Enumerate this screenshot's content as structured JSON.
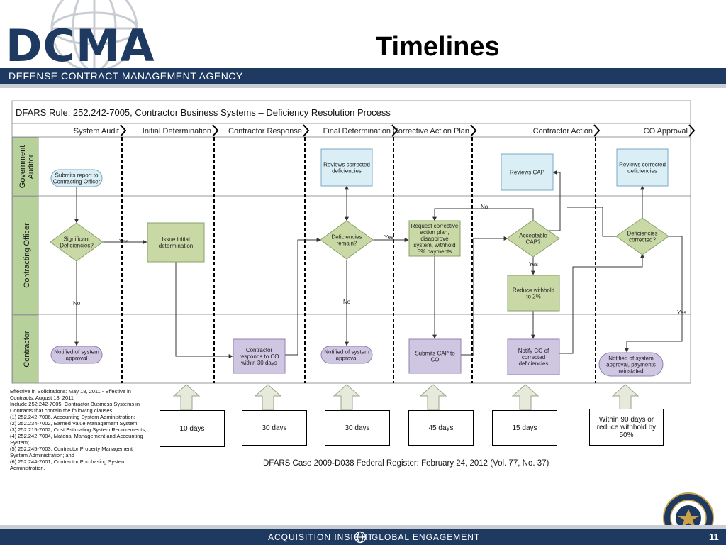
{
  "header": {
    "logo_text": "DCMA",
    "slide_title": "Timelines",
    "agency_name": "DEFENSE CONTRACT MANAGEMENT AGENCY"
  },
  "diagram": {
    "rule_title": "DFARS Rule: 252.242-7005, Contractor Business Systems – Deficiency Resolution Process",
    "phases": [
      "System Audit",
      "Initial Determination",
      "Contractor Response",
      "Final Determination",
      "Corrective Action Plan",
      "Contractor Action",
      "CO Approval"
    ],
    "lanes": {
      "gov_line1": "Government",
      "gov_line2": "Auditor",
      "co": "Contracting Officer",
      "contractor": "Contractor"
    },
    "nodes": {
      "submits_report": [
        "Submits report to",
        "Contracting Officer"
      ],
      "significant_def": [
        "Significant",
        "Deficiencies?"
      ],
      "notified_audit": [
        "Notified of system",
        "approval"
      ],
      "issue_initial": [
        "Issue initial",
        "determination"
      ],
      "contractor_responds": [
        "Contractor",
        "responds to CO",
        "within 30 days"
      ],
      "reviews_corrected_1": [
        "Reviews corrected",
        "deficiencies"
      ],
      "def_remain": [
        "Deficiencies",
        "remain?"
      ],
      "notified_final": [
        "Notified of system",
        "approval"
      ],
      "request_cap": [
        "Request corrective",
        "action plan,",
        "disapprove",
        "system, withhold",
        "5% payments"
      ],
      "submits_cap": [
        "Submits CAP to",
        "CO"
      ],
      "reviews_cap": [
        "Reviews CAP"
      ],
      "acceptable_cap": [
        "Acceptable",
        "CAP?"
      ],
      "reduce_withhold": [
        "Reduce withhold",
        "to 2%"
      ],
      "notify_co": [
        "Notify CO of",
        "corrected",
        "deficiencies"
      ],
      "reviews_corrected_2": [
        "Reviews corrected",
        "deficiencies"
      ],
      "def_corrected": [
        "Deficiencies",
        "corrected?"
      ],
      "notified_approval": [
        "Notified of system",
        "approval, payments",
        "reinstated"
      ]
    },
    "edge_labels": {
      "yes": "Yes",
      "no": "No"
    }
  },
  "notes": [
    "Effective in Solicitations: May 18, 2011 - Effective in",
    "Contracts:  August 18, 2011",
    "Include 252.242-7005, Contractor Business Systems in",
    "Contracts that contain the following clauses:",
    "(1)   252.242-7006, Accounting System Administration;",
    "(2)   252.234-7002, Earned Value Management System;",
    "(3)   252.215-7002, Cost Estimating System Requirements;",
    "(4)   252.242-7004, Material Management and Accounting",
    "System;",
    "(5)   252.245-7003, Contractor Property Management",
    "System Administration; and",
    "(6)   252.244-7001, Contractor Purchasing System",
    "Administration."
  ],
  "timelines": [
    "10 days",
    "30 days",
    "30 days",
    "45 days",
    "15 days",
    "Within 90 days or reduce withhold by 50%"
  ],
  "register_note": "DFARS Case 2009-D038 Federal Register: February 24, 2012 (Vol. 77, No. 37)",
  "footer": {
    "left": "ACQUISITION INSIGHT",
    "right": "GLOBAL ENGAGEMENT",
    "page_number": "11"
  },
  "colors": {
    "navy": "#1f3a60",
    "gov_box": "#d9eef5",
    "co_box": "#c9d9a6",
    "contractor_box": "#cfc6e2",
    "lane_label": "#b7d19b"
  }
}
